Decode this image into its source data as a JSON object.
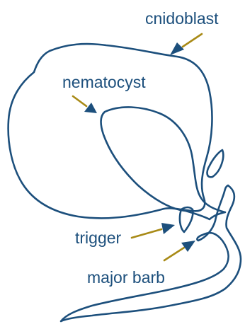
{
  "labels": {
    "cnidoblast": "cnidoblast",
    "nematocyst": "nematocyst",
    "trigger": "trigger",
    "major_barb": "major barb"
  },
  "colors": {
    "outline": "#1c4f7c",
    "text": "#1c4f7c",
    "leader": "#a88a16",
    "arrowhead": "#1c4f7c",
    "background": "#ffffff"
  }
}
